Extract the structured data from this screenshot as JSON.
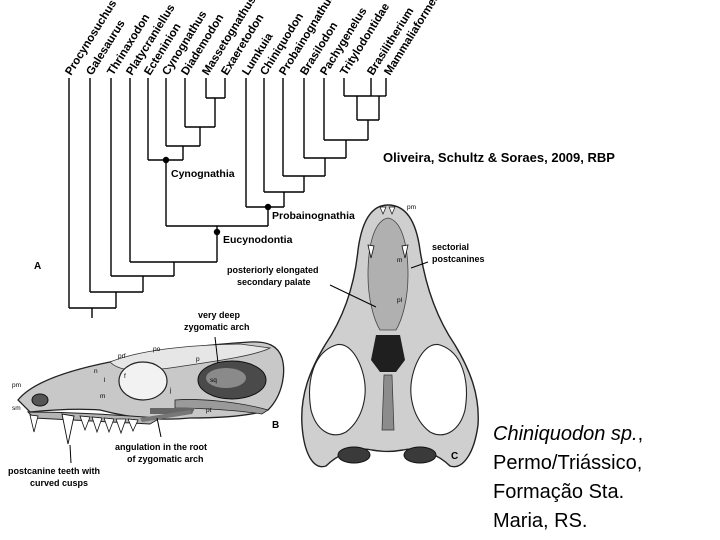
{
  "cladogram": {
    "taxa": [
      "Procynosuchus",
      "Galesaurus",
      "Thrinaxodon",
      "Platycraniellus",
      "Ecteninion",
      "Cynognathus",
      "Diademodon",
      "Massetognathus",
      "Exaeretodon",
      "Lumkuia",
      "Chiniquodon",
      "Probainognathus",
      "Brasilodon",
      "Pachygenelus",
      "Tritylodontidae",
      "Brasilitherium",
      "Mammaliaformes"
    ],
    "clades": [
      "Cynognathia",
      "Probainognathia",
      "Eucynodontia"
    ],
    "panel_label": "A"
  },
  "citation": "Oliveira, Schultz & Soraes, 2009, RBP",
  "skull_lateral": {
    "panel_label": "B",
    "annotations": [
      "very deep",
      "zygomatic arch",
      "angulation in the root",
      "of zygomatic arch",
      "postcanine teeth with",
      "curved cusps"
    ],
    "bone_labels": [
      "pm",
      "sm",
      "n",
      "prf",
      "po",
      "p",
      "f",
      "l",
      "sq",
      "m",
      "j",
      "pt"
    ]
  },
  "skull_ventral": {
    "panel_label": "C",
    "annotations": [
      "sectorial",
      "postcanines",
      "posteriorly elongated",
      "secondary palate"
    ],
    "bone_labels": [
      "pm",
      "m",
      "pl"
    ]
  },
  "caption": {
    "line1a": "Chiniquodon sp.",
    "line1b": ",",
    "line2": "Permo/Triássico,",
    "line3": "Formação Sta.",
    "line4": "Maria, RS."
  }
}
